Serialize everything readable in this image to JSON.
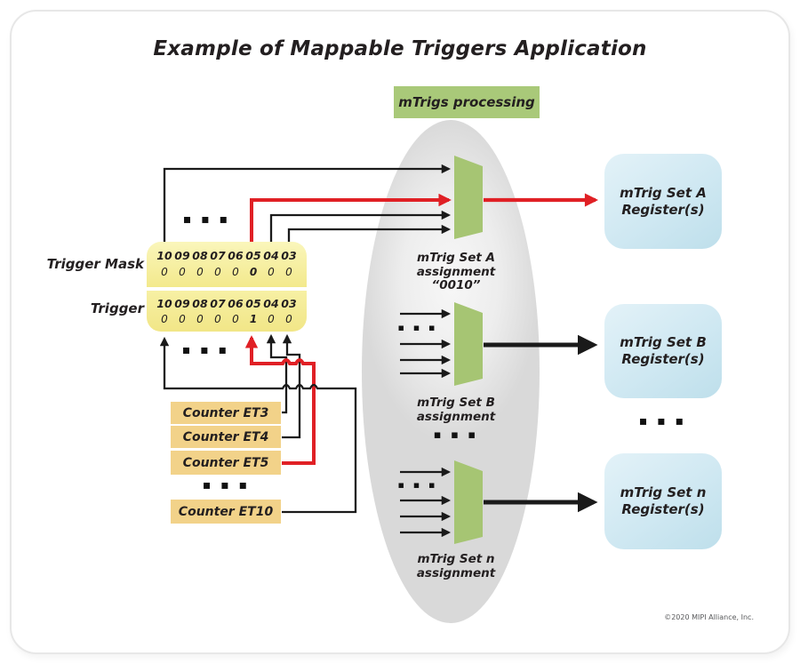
{
  "title": "Example of Mappable Triggers Application",
  "processing_label": "mTrigs processing",
  "trigger_panel": {
    "mask_label": "Trigger Mask",
    "trigger_label": "Trigger",
    "bit_headers": [
      "10",
      "09",
      "08",
      "07",
      "06",
      "05",
      "04",
      "03"
    ],
    "mask_values": [
      "0",
      "0",
      "0",
      "0",
      "0",
      "0",
      "0",
      "0"
    ],
    "trigger_values": [
      "0",
      "0",
      "0",
      "0",
      "0",
      "1",
      "0",
      "0"
    ]
  },
  "counters": {
    "et3": "Counter ET3",
    "et4": "Counter ET4",
    "et5": "Counter ET5",
    "dots": "▪ ▪ ▪",
    "et10": "Counter ET10"
  },
  "muxes": {
    "a": {
      "line1": "mTrig Set A",
      "line2": "assignment",
      "line3": "“0010”"
    },
    "b": {
      "line1": "mTrig Set B",
      "line2": "assignment"
    },
    "n": {
      "line1": "mTrig Set n",
      "line2": "assignment"
    },
    "dots_between_b_n": "▪ ▪ ▪",
    "input_dots": "▪ ▪ ▪"
  },
  "registers": {
    "a": {
      "line1": "mTrig Set A",
      "line2": "Register(s)"
    },
    "b": {
      "line1": "mTrig Set B",
      "line2": "Register(s)"
    },
    "n": {
      "line1": "mTrig Set n",
      "line2": "Register(s)"
    },
    "dots": "▪ ▪ ▪"
  },
  "decor": {
    "dots_above_mask": "▪ ▪ ▪",
    "dots_below_trigger": "▪ ▪ ▪"
  },
  "colors": {
    "accent_green": "#a9c979",
    "accent_red": "#e02025",
    "panel_yellow": "#f5ec95",
    "counter_tan": "#f2d289",
    "register_blue": "#cfe8f2",
    "line_black": "#1a1a1a"
  },
  "footer": {
    "copyright": "©2020 MIPI Alliance, Inc."
  }
}
